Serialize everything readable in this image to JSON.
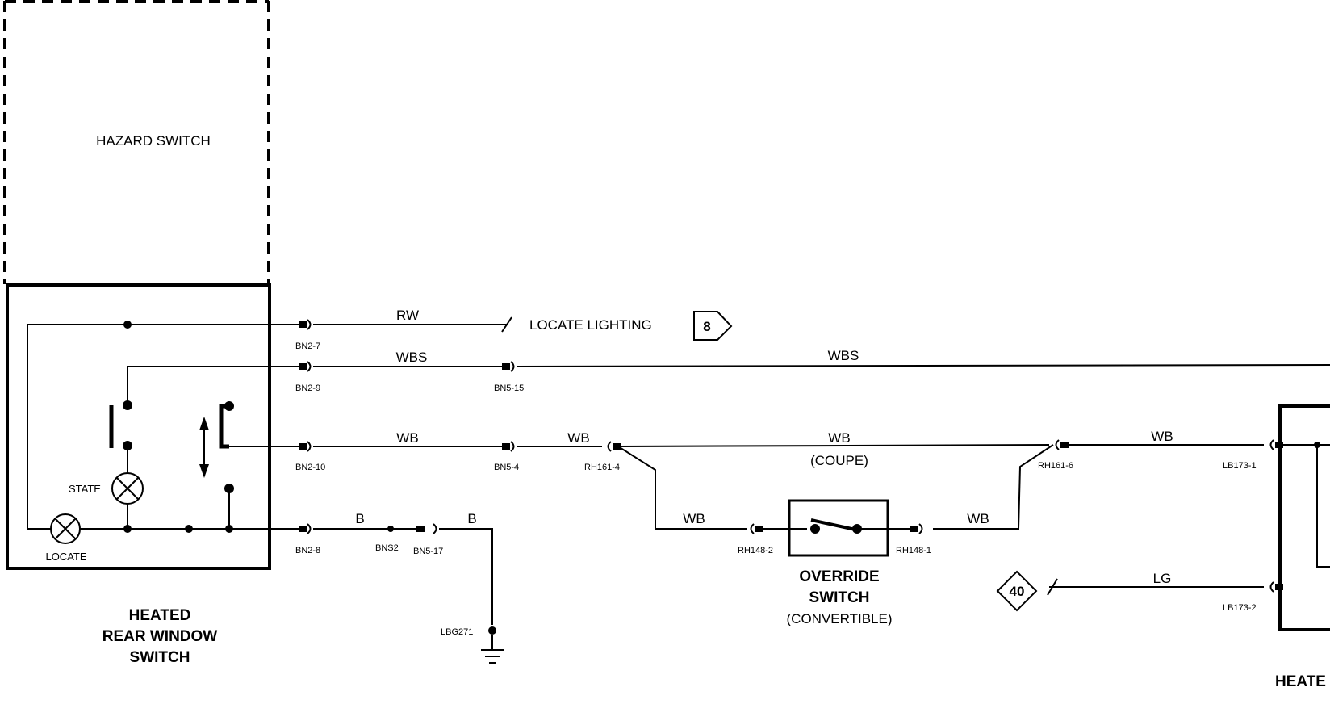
{
  "components": {
    "hazard_switch": "HAZARD SWITCH",
    "hrw_switch": [
      "HEATED",
      "REAR WINDOW",
      "SWITCH"
    ],
    "state_lamp": "STATE",
    "locate_lamp": "LOCATE",
    "override_switch": [
      "OVERRIDE",
      "SWITCH"
    ],
    "override_variant": "(CONVERTIBLE)",
    "coupe_note": "(COUPE)",
    "heated_partial": "HEATE"
  },
  "wires": {
    "rw": "RW",
    "wbs_1": "WBS",
    "wbs_2": "WBS",
    "wb_1": "WB",
    "wb_2": "WB",
    "wb_3": "WB",
    "wb_4": "WB",
    "wb_5": "WB",
    "wb_6": "WB",
    "b_1": "B",
    "b_2": "B",
    "lg": "LG"
  },
  "connectors": {
    "bn2_7": "BN2-7",
    "bn2_9": "BN2-9",
    "bn2_10": "BN2-10",
    "bn2_8": "BN2-8",
    "bn5_15": "BN5-15",
    "bn5_4": "BN5-4",
    "bn5_17": "BN5-17",
    "bns2": "BNS2",
    "rh161_4": "RH161-4",
    "rh161_6": "RH161-6",
    "rh148_2": "RH148-2",
    "rh148_1": "RH148-1",
    "lb173_1": "LB173-1",
    "lb173_2": "LB173-2",
    "lbg271": "LBG271"
  },
  "references": {
    "locate_lighting": "LOCATE LIGHTING",
    "page_8": "8",
    "page_40": "40"
  }
}
